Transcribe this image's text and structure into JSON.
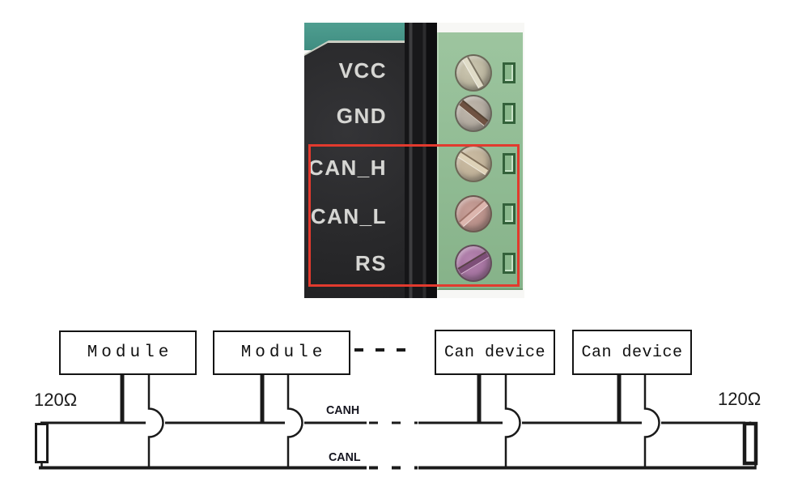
{
  "colors": {
    "highlight_red": "#e23a2e",
    "terminal_block_green": "#93bd95",
    "pcb_teal": "#47978a",
    "module_black": "#2b2b2d",
    "diagram_line": "#1a1a1a"
  },
  "photo": {
    "pin_labels": [
      {
        "label": "VCC"
      },
      {
        "label": "GND"
      },
      {
        "label": "CAN_H"
      },
      {
        "label": "CAN_L"
      },
      {
        "label": "RS"
      }
    ]
  },
  "diagram": {
    "type": "can-bus-topology",
    "nodes": [
      {
        "label": "Module"
      },
      {
        "label": "Module"
      },
      {
        "label": "Can device"
      },
      {
        "label": "Can device"
      }
    ],
    "bus_labels": [
      {
        "label": "CANH"
      },
      {
        "label": "CANL"
      }
    ],
    "terminators": [
      {
        "label": "120Ω"
      },
      {
        "label": "120Ω"
      }
    ]
  }
}
